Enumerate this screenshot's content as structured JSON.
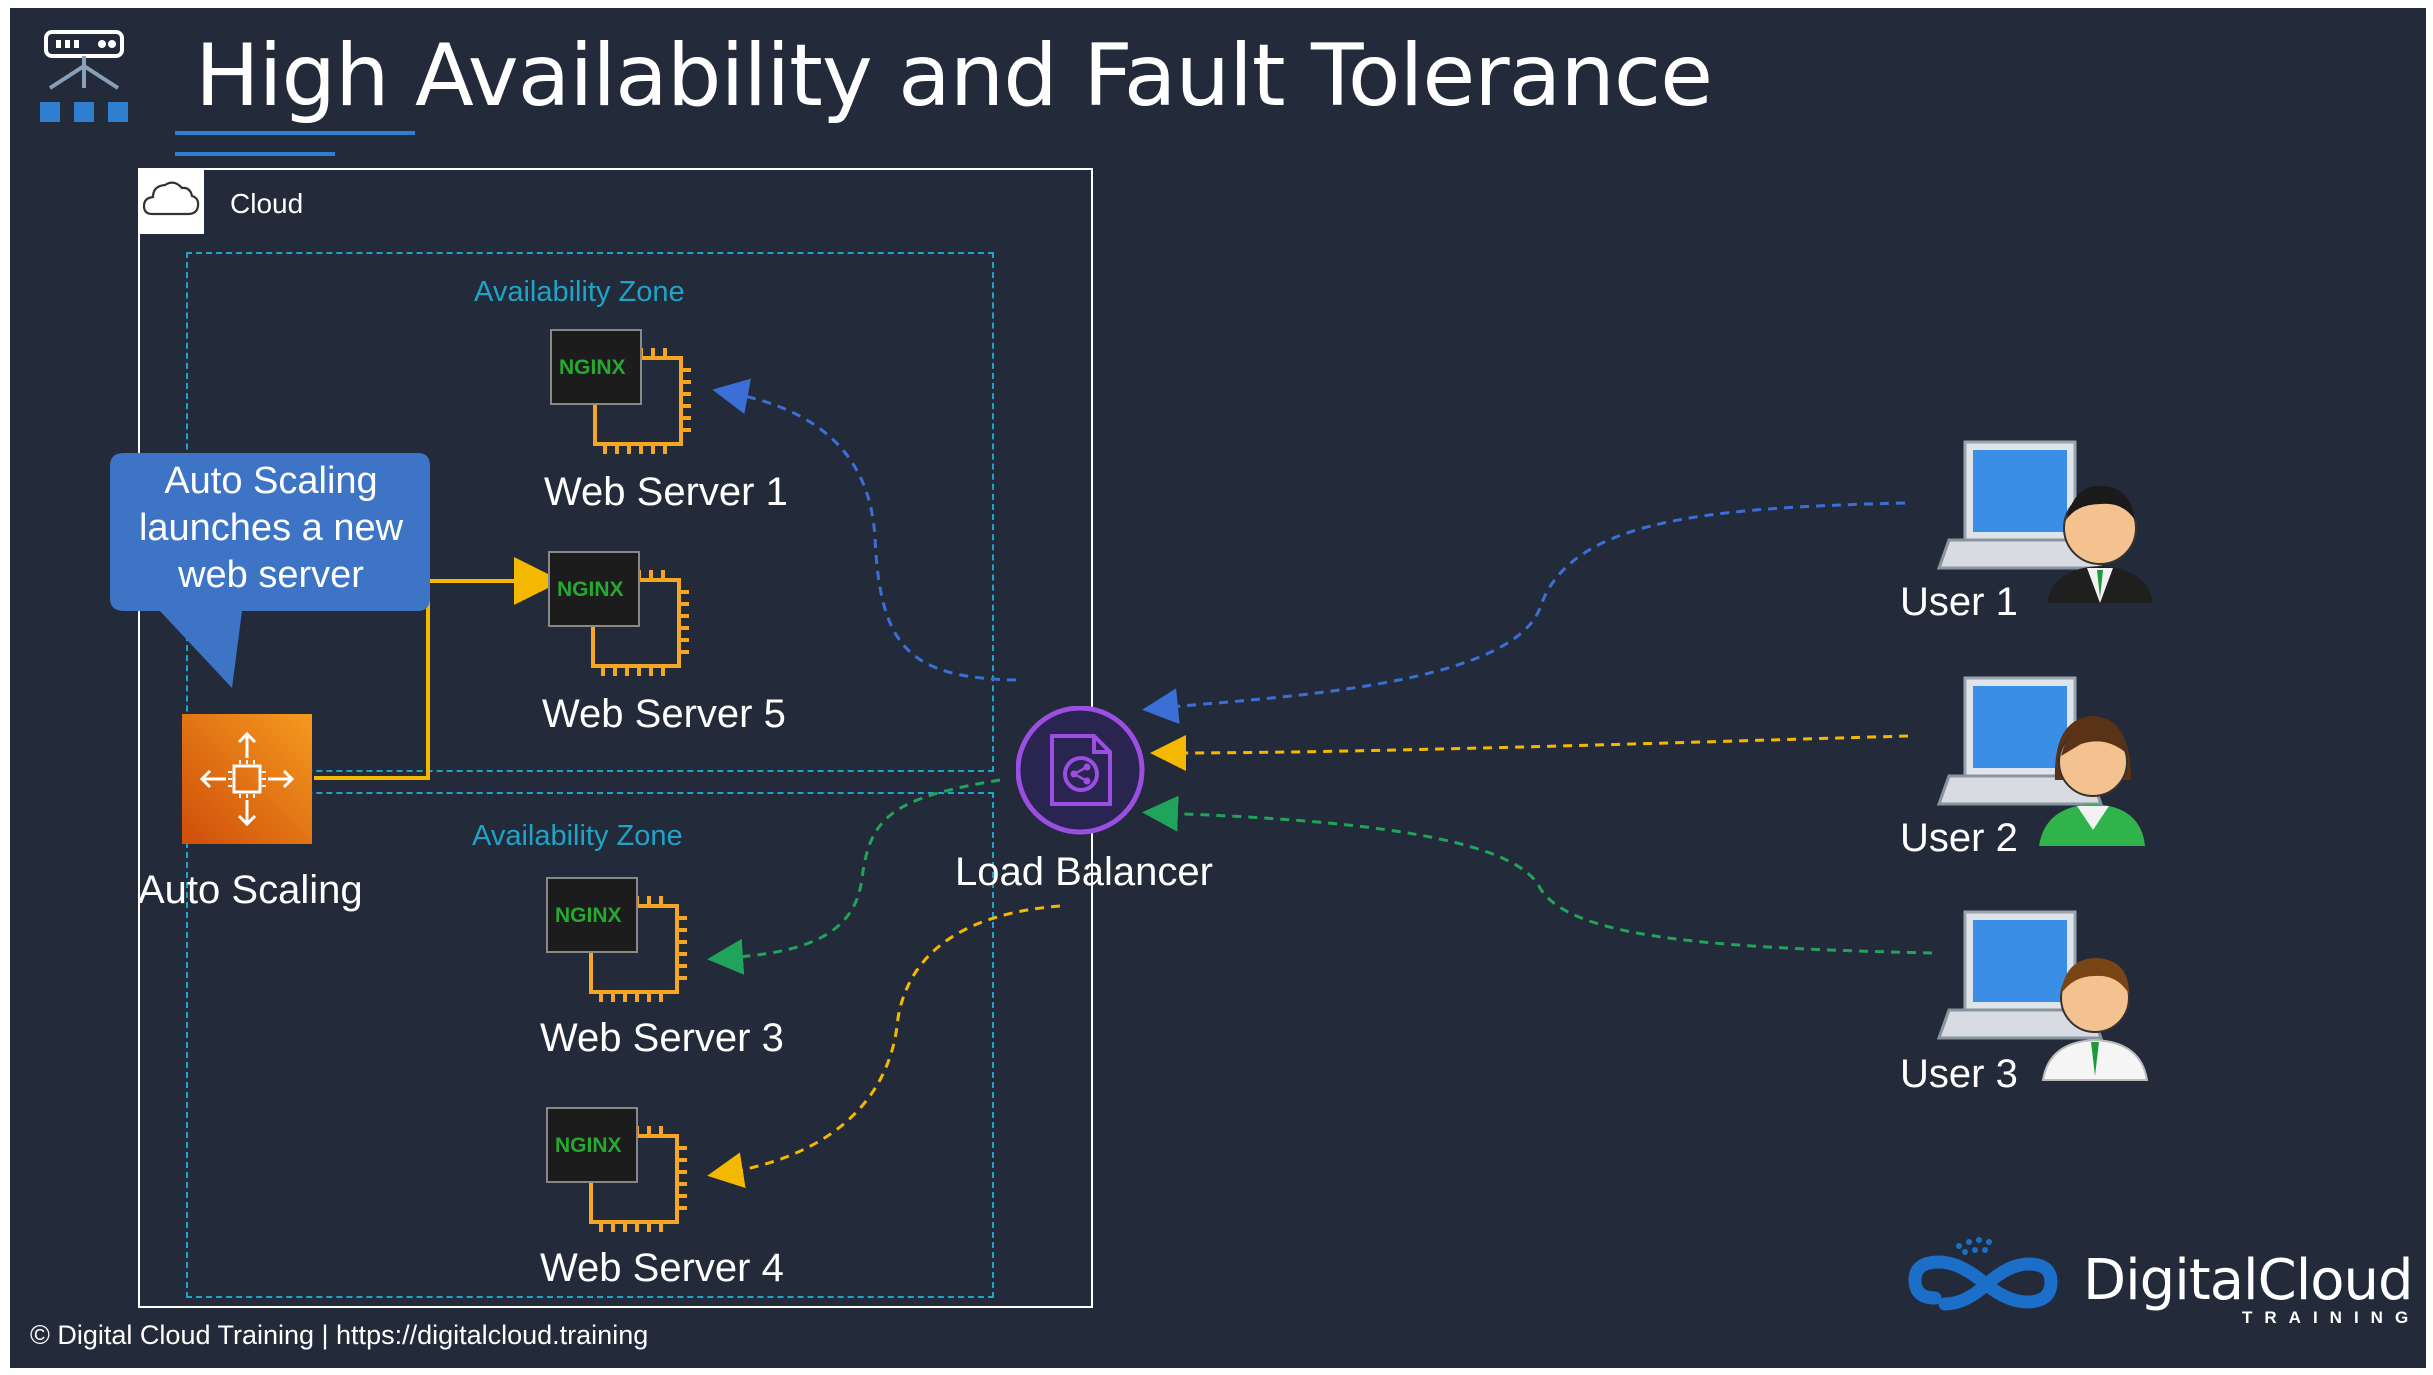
{
  "title": "High Availability and Fault Tolerance",
  "cloud": {
    "label": "Cloud"
  },
  "availability_zones": [
    {
      "label": "Availability Zone"
    },
    {
      "label": "Availability Zone"
    }
  ],
  "servers": [
    {
      "label": "Web Server 1",
      "logo_text": "NGINX"
    },
    {
      "label": "Web Server 5",
      "logo_text": "NGINX"
    },
    {
      "label": "Web Server 3",
      "logo_text": "NGINX"
    },
    {
      "label": "Web Server 4",
      "logo_text": "NGINX"
    }
  ],
  "callout": {
    "text": "Auto Scaling launches a new web server"
  },
  "auto_scaling": {
    "label": "Auto Scaling"
  },
  "load_balancer": {
    "label": "Load Balancer"
  },
  "users": [
    {
      "label": "User 1"
    },
    {
      "label": "User 2"
    },
    {
      "label": "User 3"
    }
  ],
  "footer": {
    "text": "© Digital Cloud Training  | https://digitalcloud.training"
  },
  "brand": {
    "name": "DigitalCloud",
    "sub": "TRAINING"
  },
  "colors": {
    "background": "#232b3a",
    "az_border": "#1fa3c8",
    "connector_blue": "#3b6fd6",
    "connector_yellow": "#f5b800",
    "connector_green": "#20a35a",
    "load_balancer": "#9b4fe0",
    "auto_scaling": "#ee6a10",
    "callout": "#3d74c6"
  }
}
